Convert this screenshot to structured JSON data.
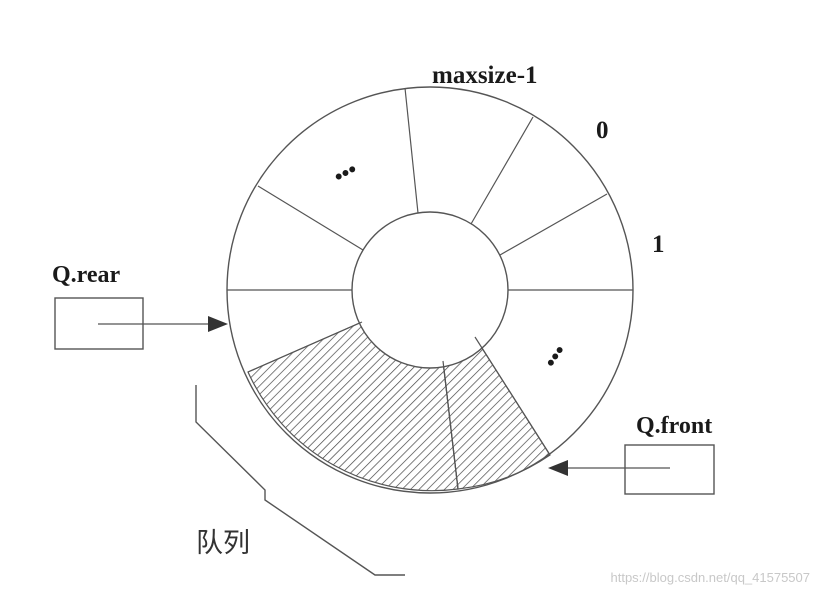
{
  "diagram": {
    "labels": {
      "max_index": "maxsize-1",
      "index_zero": "0",
      "index_one": "1",
      "ellipsis_top": "•••",
      "ellipsis_right": "•••",
      "rear_pointer": "Q.rear",
      "front_pointer": "Q.front",
      "queue_label": "队列"
    },
    "watermark": "https://blog.csdn.net/qq_41575507",
    "colors": {
      "stroke": "#555555",
      "text": "#1a1a1a",
      "hatch": "#444444",
      "watermark": "#c8c8c8"
    }
  }
}
